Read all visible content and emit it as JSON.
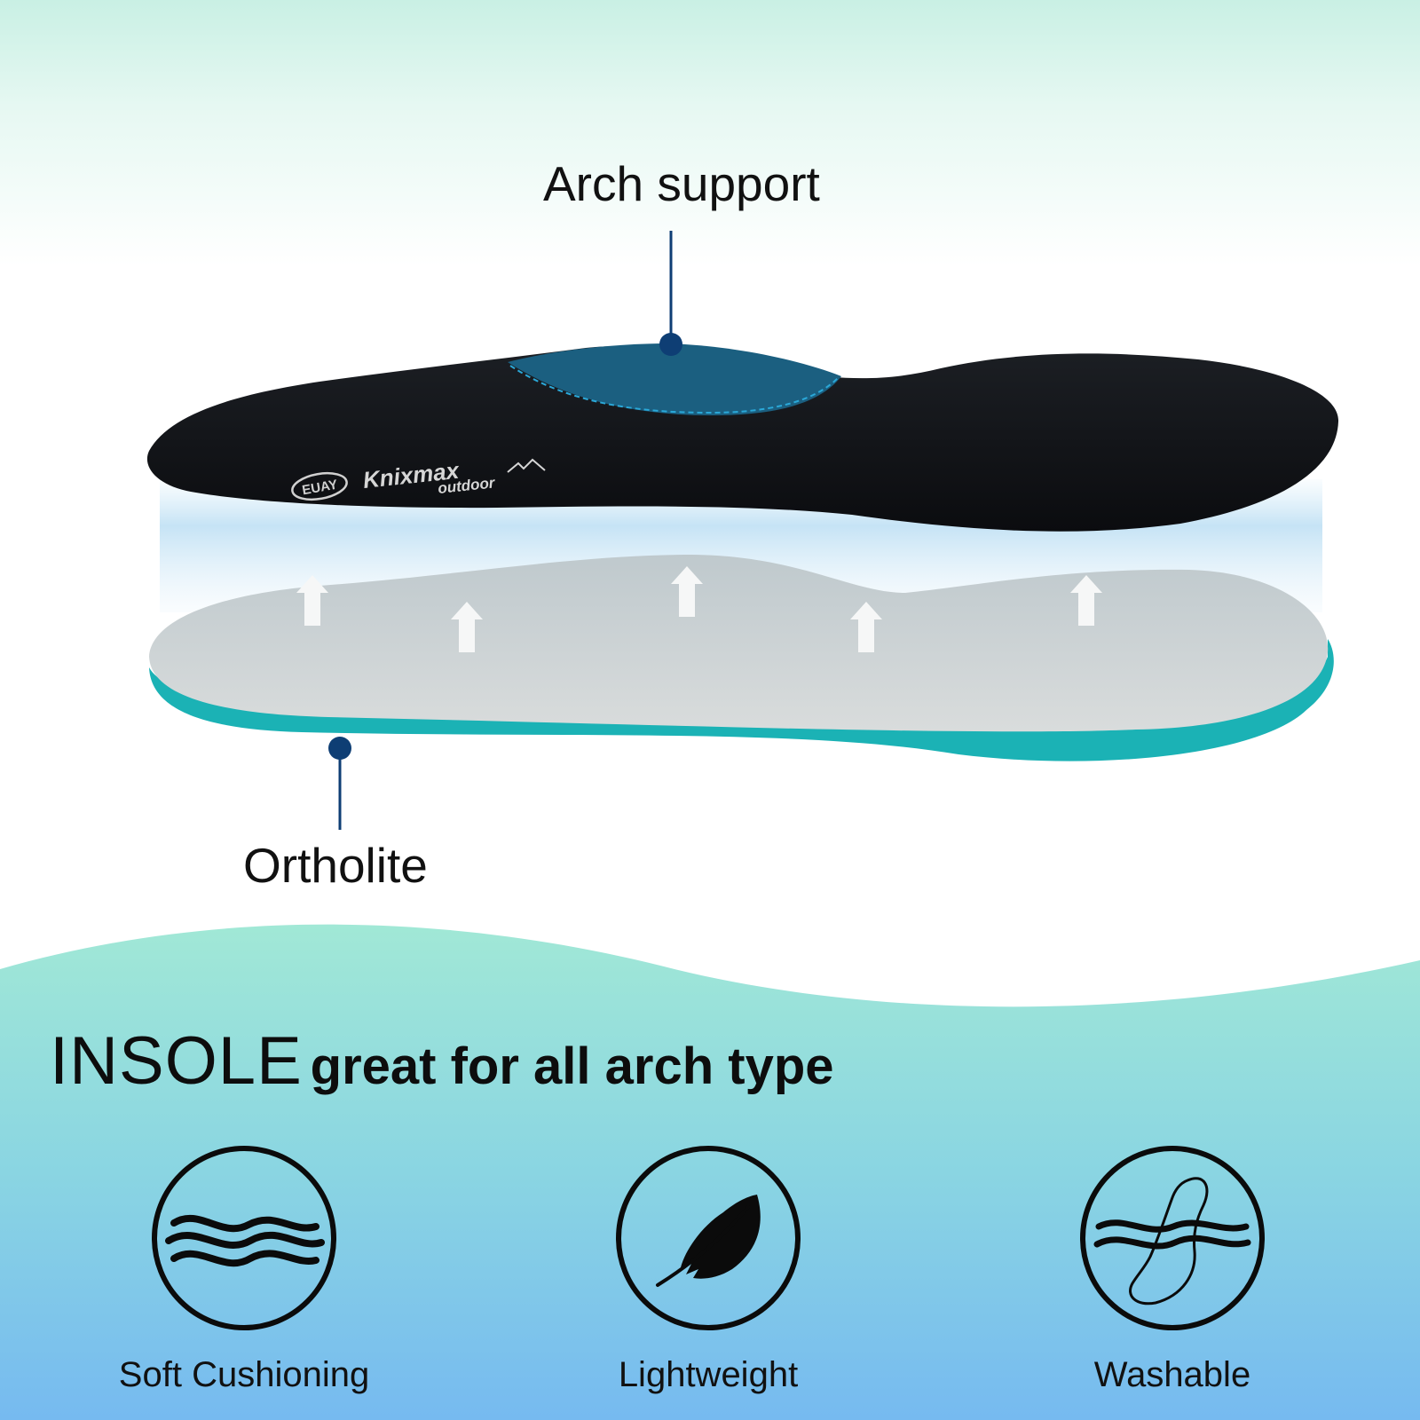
{
  "callouts": {
    "arch_support": "Arch support",
    "ortholite": "Ortholite"
  },
  "insole_logo": {
    "badge_text": "EUAY",
    "brand": "Knixmax",
    "sub_brand": "outdoor"
  },
  "headline": {
    "strong": "INSOLE",
    "rest": "great for all arch type"
  },
  "features": [
    {
      "label": "Soft Cushioning",
      "icon": "waves-icon"
    },
    {
      "label": "Lightweight",
      "icon": "feather-icon"
    },
    {
      "label": "Washable",
      "icon": "insole-water-icon"
    }
  ],
  "colors": {
    "insole_top": "#121418",
    "arch_pad": "#1b5f80",
    "foam": "#cfd3d5",
    "foam_edge": "#1bb2b5",
    "leader_line": "#0e3e74",
    "band_top": "#a1e8d6",
    "band_bottom": "#76baf0"
  }
}
